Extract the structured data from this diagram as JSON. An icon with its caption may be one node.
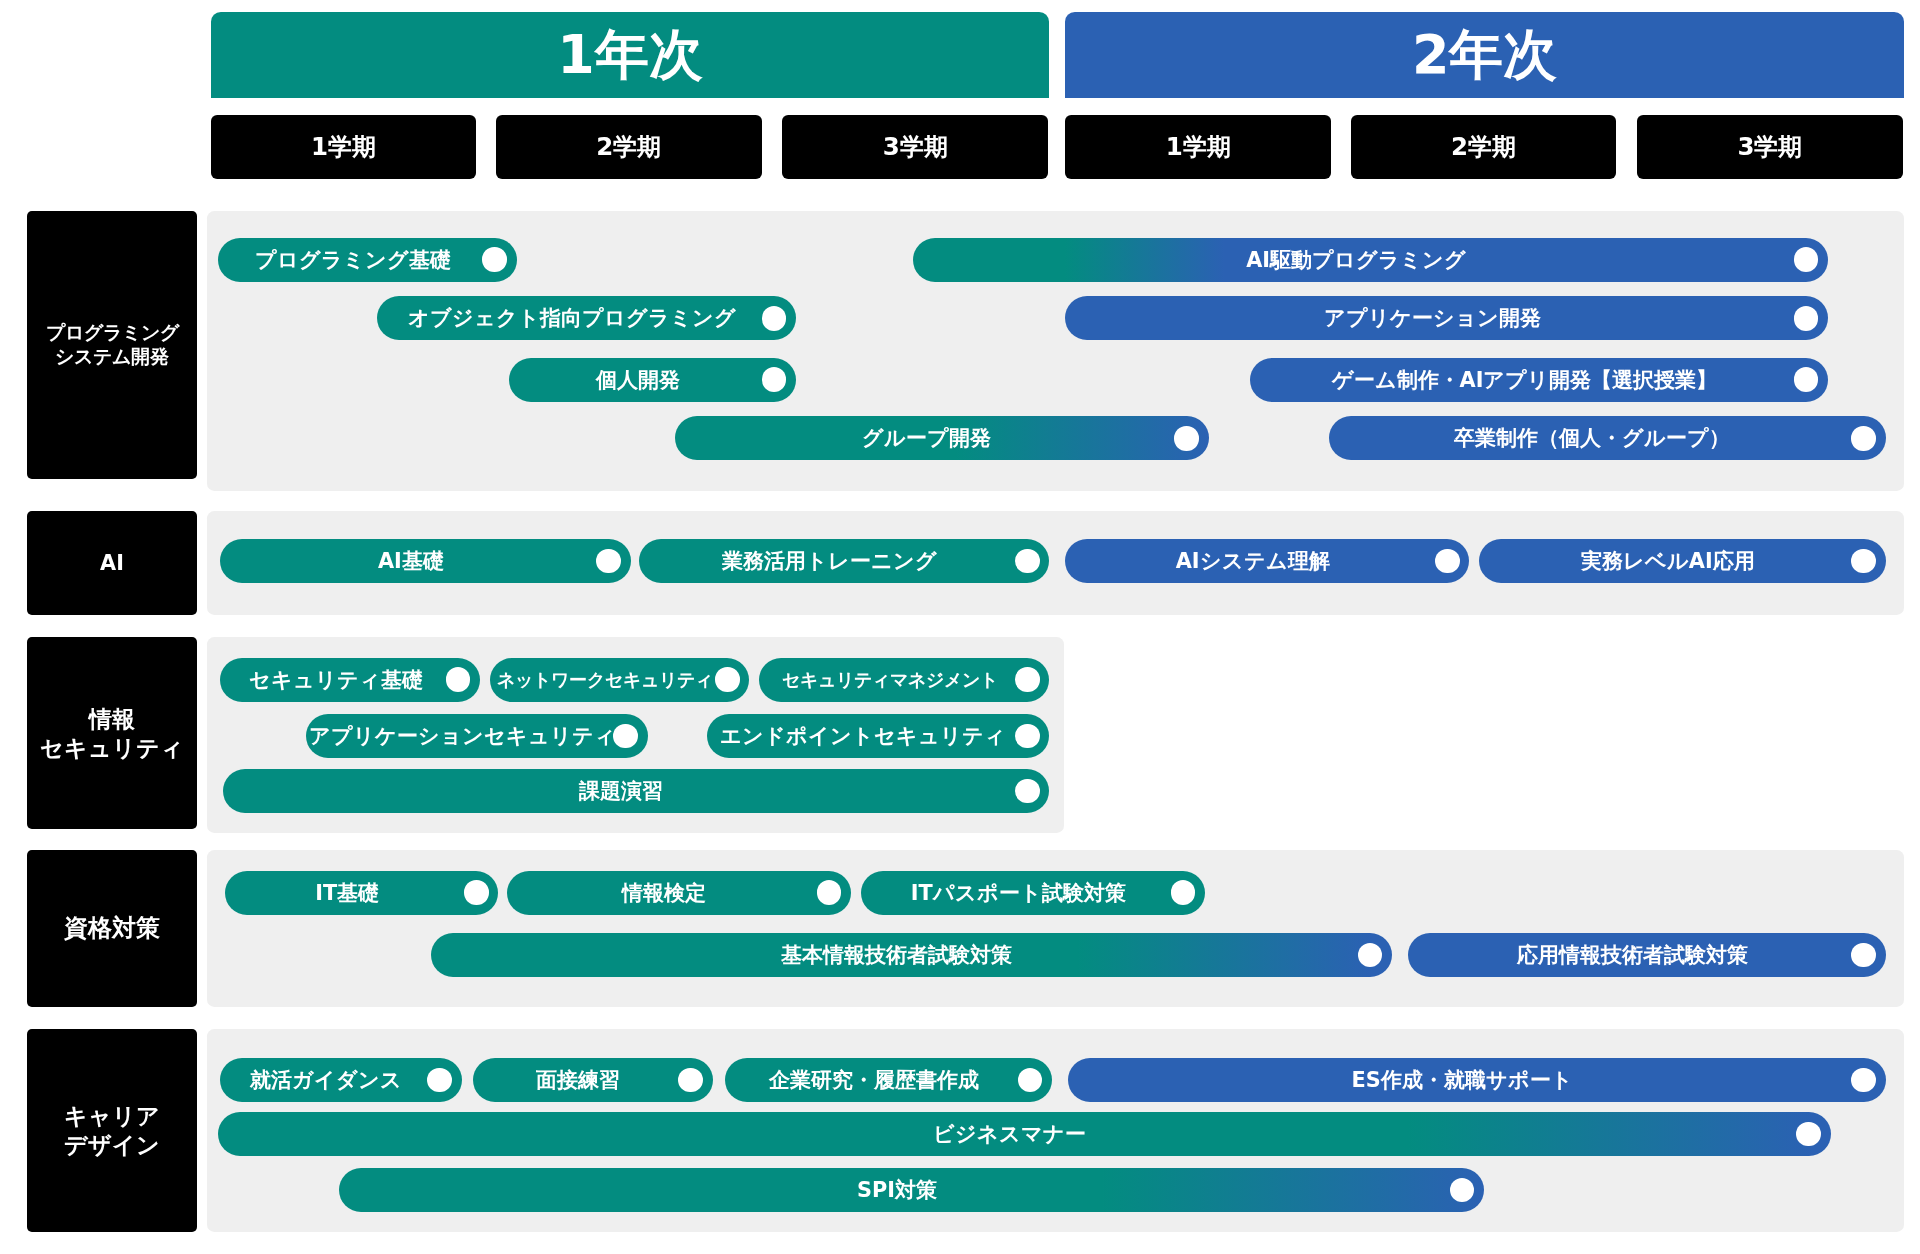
{
  "diagram": {
    "nodes": [
      {
        "text": [
          "1年次"
        ]
      },
      {
        "text": [
          "2年次"
        ]
      },
      {
        "text": [
          "1学期"
        ]
      },
      {
        "text": [
          "2学期"
        ]
      },
      {
        "text": [
          "3学期"
        ]
      },
      {
        "text": [
          "1学期"
        ]
      },
      {
        "text": [
          "2学期"
        ]
      },
      {
        "text": [
          "3学期"
        ]
      },
      {
        "text": [
          "プログラミングシステム開発"
        ]
      },
      {
        "text": [
          "プログラミング基礎"
        ]
      },
      {
        "text": [
          "AI駆動プログラミング"
        ]
      },
      {
        "text": [
          "オブジェクト指向プログラミング"
        ]
      },
      {
        "text": [
          "アプリケーション開発"
        ]
      },
      {
        "text": [
          "個人開発"
        ]
      },
      {
        "text": [
          "ゲーム制作・AIアプリ開発【選択授業】"
        ]
      },
      {
        "text": [
          "グループ開発"
        ]
      },
      {
        "text": [
          "卒業制作（個人・グループ）"
        ]
      },
      {
        "text": [
          "AI"
        ]
      },
      {
        "text": [
          "AI基礎"
        ]
      },
      {
        "text": [
          "業務活用トレーニング"
        ]
      },
      {
        "text": [
          "AIシステム理解"
        ]
      },
      {
        "text": [
          "実務レベルAI応用"
        ]
      },
      {
        "text": [
          "情報セキュリティ"
        ]
      },
      {
        "text": [
          "セキュリティ基礎"
        ]
      },
      {
        "text": [
          "ネットワークセキュリティ"
        ]
      },
      {
        "text": [
          "セキュリティマネジメント"
        ]
      },
      {
        "text": [
          "アプリケーションセキュリティ"
        ]
      },
      {
        "text": [
          "エンドポイントセキュリティ"
        ]
      },
      {
        "text": [
          "課題演習"
        ]
      },
      {
        "text": [
          "資格対策"
        ]
      },
      {
        "text": [
          "IT基礎"
        ]
      },
      {
        "text": [
          "情報検定"
        ]
      },
      {
        "text": [
          "ITパスポート試験対策"
        ]
      },
      {
        "text": [
          "基本情報技術者試験対策"
        ]
      },
      {
        "text": [
          "応用情報技術者試験対策"
        ]
      },
      {
        "text": [
          "キャリアデザイン"
        ]
      },
      {
        "text": [
          "就活ガイダンス"
        ]
      },
      {
        "text": [
          "面接練習"
        ]
      },
      {
        "text": [
          "企業研究・履歴書作成"
        ]
      },
      {
        "text": [
          "ES作成・就職サポート"
        ]
      },
      {
        "text": [
          "ビジネスマナー"
        ]
      },
      {
        "text": [
          "SPI対策"
        ]
      }
    ]
  }
}
